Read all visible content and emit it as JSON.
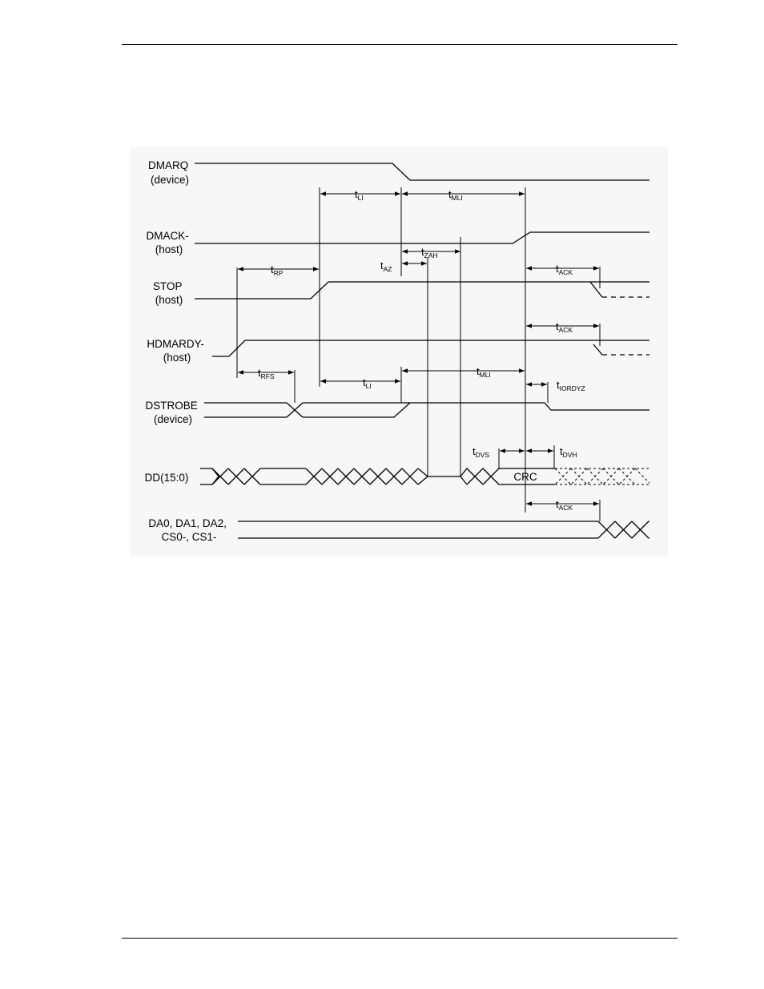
{
  "signals": {
    "dmarq": [
      "DMARQ",
      "(device)"
    ],
    "dmack": [
      "DMACK-",
      "(host)"
    ],
    "stop": [
      "STOP",
      "(host)"
    ],
    "hdmardy": [
      "HDMARDY-",
      "(host)"
    ],
    "dstrobe": [
      "DSTROBE",
      "(device)"
    ],
    "dd": [
      "DD(15:0)"
    ],
    "da": [
      "DA0, DA1, DA2,",
      "CS0-, CS1-"
    ]
  },
  "bus_values": {
    "crc": "CRC"
  },
  "timing": {
    "t_li_top": {
      "t": "t",
      "sub": "LI"
    },
    "t_mli_top": {
      "t": "t",
      "sub": "MLI"
    },
    "t_zah": {
      "t": "t",
      "sub": "ZAH"
    },
    "t_az": {
      "t": "t",
      "sub": "AZ"
    },
    "t_rp": {
      "t": "t",
      "sub": "RP"
    },
    "t_ack_stop": {
      "t": "t",
      "sub": "ACK"
    },
    "t_ack_hdm": {
      "t": "t",
      "sub": "ACK"
    },
    "t_rfs": {
      "t": "t",
      "sub": "RFS"
    },
    "t_li_bot": {
      "t": "t",
      "sub": "LI"
    },
    "t_mli_bot": {
      "t": "t",
      "sub": "MLI"
    },
    "t_iordyz": {
      "t": "t",
      "sub": "IORDYZ"
    },
    "t_dvs": {
      "t": "t",
      "sub": "DVS"
    },
    "t_dvh": {
      "t": "t",
      "sub": "DVH"
    },
    "t_ack_da": {
      "t": "t",
      "sub": "ACK"
    }
  }
}
